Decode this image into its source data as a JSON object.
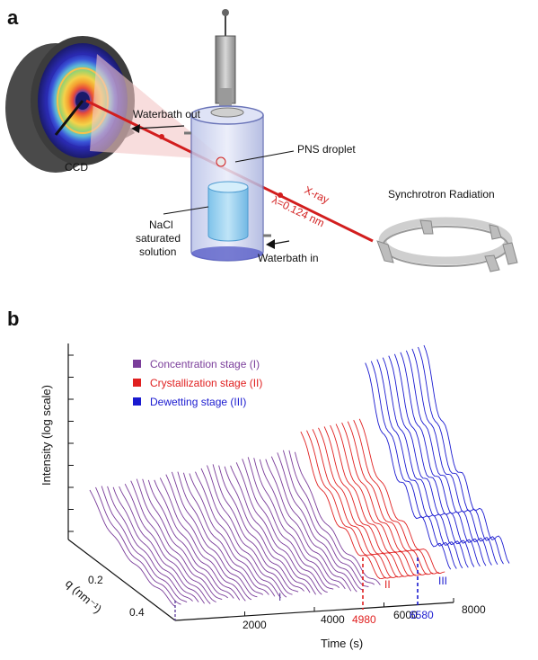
{
  "panel_a": {
    "label": "a",
    "ccd_label": "CCD",
    "waterbath_out": "Waterbath out",
    "waterbath_in": "Waterbath in",
    "pns_droplet": "PNS droplet",
    "nacl_line1": "NaCl",
    "nacl_line2": "saturated",
    "nacl_line3": "solution",
    "xray_label": "X-ray",
    "wavelength_label": "λ=0.124 nm",
    "synchrotron_label": "Synchrotron Radiation"
  },
  "panel_b": {
    "label": "b",
    "ylabel": "Intensity (log scale)",
    "xlabel": "Time (s)",
    "qlabel": "q (nm⁻¹)",
    "legend": [
      {
        "label": "Concentration stage (I)",
        "color": "#7a3d9a"
      },
      {
        "label": "Crystallization stage (II)",
        "color": "#e02020"
      },
      {
        "label": "Dewetting stage (III)",
        "color": "#1a1ad0"
      }
    ],
    "stage_labels": {
      "i": "I",
      "ii": "II",
      "iii": "III"
    },
    "marker_4980": "4980",
    "marker_6580": "6580"
  },
  "chart_data": {
    "type": "line",
    "title": "",
    "xlabel": "Time (s)",
    "ylabel": "Intensity (log scale)",
    "zlabel": "q (nm⁻¹)",
    "x_ticks": [
      "2000",
      "4000",
      "6000",
      "8000"
    ],
    "q_ticks": [
      "0.2",
      "0.4"
    ],
    "xlim": [
      0,
      8000
    ],
    "stage_boundaries": [
      4980,
      6580
    ],
    "series": [
      {
        "name": "Concentration stage (I)",
        "time_range": [
          0,
          4980
        ],
        "color": "#7a3d9a"
      },
      {
        "name": "Crystallization stage (II)",
        "time_range": [
          4980,
          6580
        ],
        "color": "#e02020"
      },
      {
        "name": "Dewetting stage (III)",
        "time_range": [
          6580,
          8000
        ],
        "color": "#1a1ad0"
      }
    ]
  }
}
